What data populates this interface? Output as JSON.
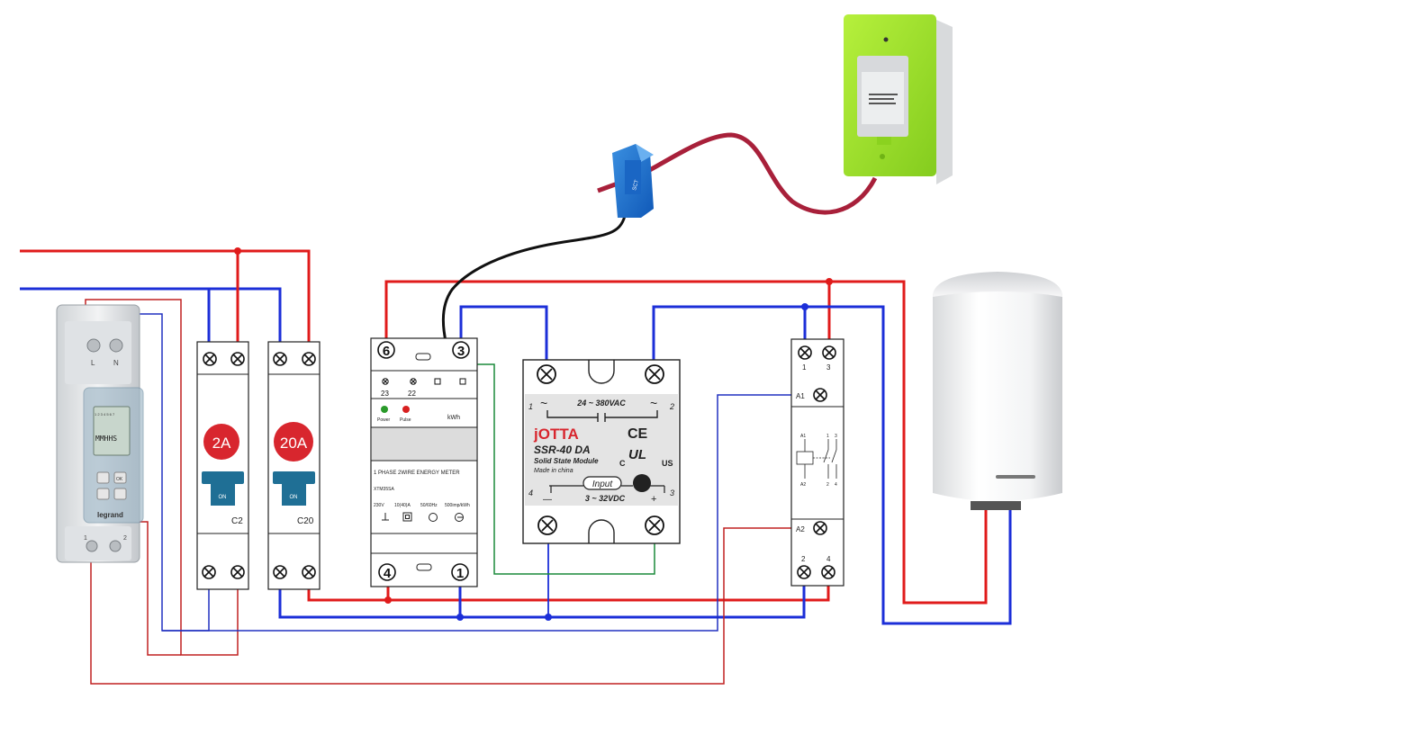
{
  "colors": {
    "phase": "#e01b1b",
    "neutral": "#1c2fd8",
    "control": "#c02020",
    "control_neutral": "#2030c0",
    "pulse": "#1a8a3a",
    "ct_cable": "#a8203a",
    "linky_body": "#9be22d",
    "breaker_handle": "#1f6f95",
    "breaker_badge": "#d8262e",
    "ssr_brand": "#d8262e"
  },
  "timer": {
    "terminal_l": "L",
    "terminal_n": "N",
    "display": "MMHHS",
    "day_marks": "1 2 3 4 5 6 7",
    "ok": "OK",
    "brand": "legrand",
    "bottom_1": "1",
    "bottom_2": "2"
  },
  "breaker_c2": {
    "badge": "2A",
    "handle": "ON",
    "model": "C2"
  },
  "breaker_c20": {
    "badge": "20A",
    "handle": "ON",
    "model": "C20"
  },
  "meter": {
    "top_left": "6",
    "top_right": "3",
    "out_23": "23",
    "out_22": "22",
    "power": "Power",
    "pulse": "Pulse",
    "unit": "kWh",
    "title": "1 PHASE 2WIRE ENERGY METER",
    "model": "XTM35SA",
    "spec_v": "230V",
    "spec_a": "10(40)A",
    "spec_hz": "50/60Hz",
    "spec_imp": "500imp/kWh",
    "bottom_left": "4",
    "bottom_right": "1"
  },
  "ssr": {
    "ac_range": "24 ~ 380VAC",
    "pin1": "1",
    "pin2": "2",
    "pin3": "3",
    "pin4": "4",
    "tilde": "~",
    "minus": "—",
    "plus": "+",
    "brand": "jOTTA",
    "ce": "CE",
    "model": "SSR-40 DA",
    "subtitle": "Solid State Module",
    "made": "Made in china",
    "c_mark": "C",
    "us_mark": "US",
    "ul_mark": "UL",
    "input": "Input",
    "dc_range": "3 ~ 32VDC"
  },
  "contactor": {
    "t1": "1",
    "t3": "3",
    "a1": "A1",
    "a2": "A2",
    "t2": "2",
    "t4": "4",
    "sym_a1": "A1",
    "sym_1": "1",
    "sym_3": "3",
    "sym_a2": "A2",
    "sym_2": "2",
    "sym_4": "4"
  },
  "ct_clamp": {
    "label": "SCT"
  }
}
